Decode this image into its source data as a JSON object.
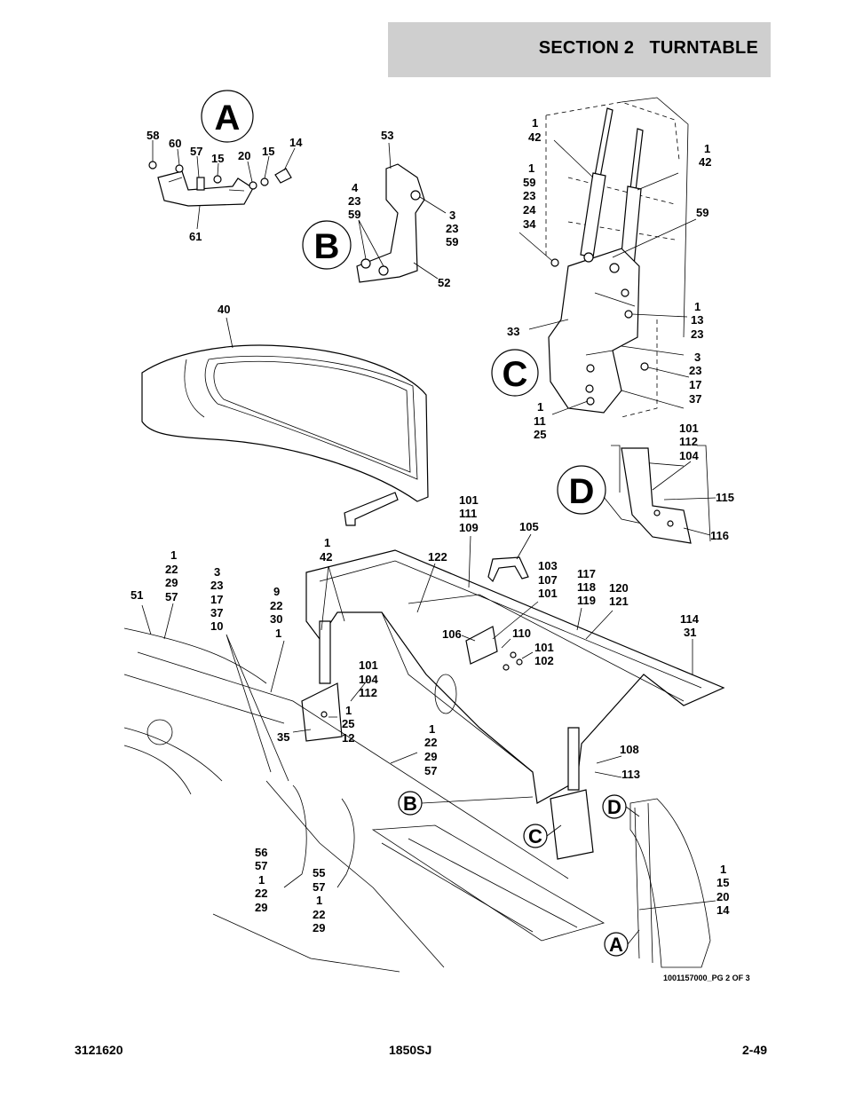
{
  "header": {
    "section": "SECTION 2",
    "title": "TURNTABLE"
  },
  "drawing_ref": "1001157000_PG 2 OF 3",
  "footer": {
    "left": "3121620",
    "center": "1850SJ",
    "right": "2-49"
  },
  "detail_letters": {
    "a": "A",
    "b": "B",
    "c": "C",
    "d": "D"
  },
  "callouts": {
    "a58": "58",
    "a60": "60",
    "a57": "57",
    "a15a": "15",
    "a20": "20",
    "a15b": "15",
    "a14": "14",
    "a61": "61",
    "b53": "53",
    "b4": "4",
    "b23a": "23",
    "b59a": "59",
    "b3": "3",
    "b23b": "23",
    "b59b": "59",
    "b52": "52",
    "c1a": "1",
    "c42a": "42",
    "c1b": "1",
    "c42b": "42",
    "c1c": "1",
    "c59a": "59",
    "c23a": "23",
    "c24": "24",
    "c34": "34",
    "c59b": "59",
    "c33": "33",
    "c1d": "1",
    "c13": "13",
    "c23b": "23",
    "c3": "3",
    "c23c": "23",
    "c17": "17",
    "c37": "37",
    "c1e": "1",
    "c11": "11",
    "c25": "25",
    "d101": "101",
    "d112": "112",
    "d104": "104",
    "d115": "115",
    "d116": "116",
    "m40": "40",
    "m101a": "101",
    "m111": "111",
    "m109": "109",
    "m105": "105",
    "m1a": "1",
    "m42": "42",
    "m122": "122",
    "m103": "103",
    "m107": "107",
    "m101b": "101",
    "m117": "117",
    "m118": "118",
    "m119": "119",
    "m120": "120",
    "m121": "121",
    "m1b": "1",
    "m22a": "22",
    "m29a": "29",
    "m57a": "57",
    "m3": "3",
    "m23": "23",
    "m17": "17",
    "m37": "37",
    "m10": "10",
    "m51": "51",
    "m9": "9",
    "m22b": "22",
    "m30": "30",
    "m1c": "1",
    "m114": "114",
    "m31": "31",
    "m106": "106",
    "m110": "110",
    "m101c": "101",
    "m102": "102",
    "m101d": "101",
    "m104": "104",
    "m112": "112",
    "m1d": "1",
    "m25": "25",
    "m12": "12",
    "m35": "35",
    "m1e": "1",
    "m22c": "22",
    "m29b": "29",
    "m57b": "57",
    "m108": "108",
    "m113": "113",
    "m56": "56",
    "m57c": "57",
    "m1f": "1",
    "m22d": "22",
    "m29c": "29",
    "m55": "55",
    "m57d": "57",
    "m1g": "1",
    "m22e": "22",
    "m29d": "29",
    "m1h": "1",
    "m15": "15",
    "m20": "20",
    "m14": "14"
  }
}
